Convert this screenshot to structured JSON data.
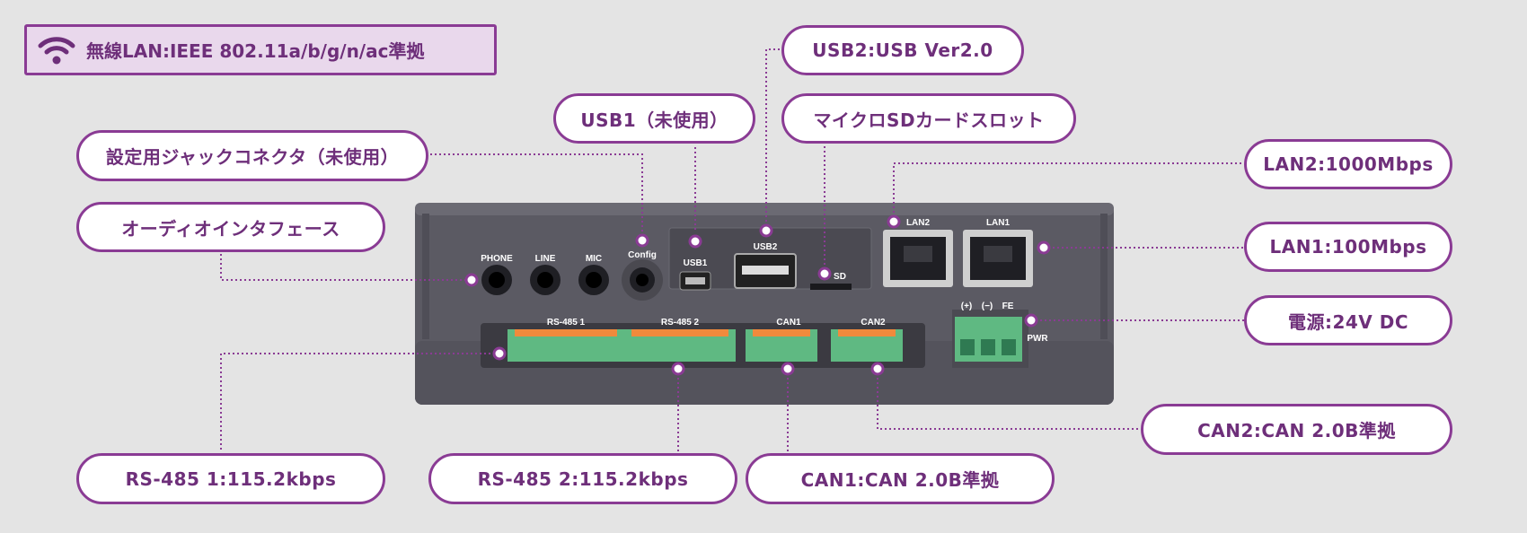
{
  "wifi": {
    "label": "無線LAN:IEEE 802.11a/b/g/n/ac準拠",
    "icon": "wifi-icon"
  },
  "callouts": {
    "usb2": "USB2:USB Ver2.0",
    "usb1": "USB1（未使用）",
    "microsd": "マイクロSDカードスロット",
    "config": "設定用ジャックコネクタ（未使用）",
    "lan2": "LAN2:1000Mbps",
    "audio": "オーディオインタフェース",
    "lan1": "LAN1:100Mbps",
    "power": "電源:24V DC",
    "can2": "CAN2:CAN 2.0B準拠",
    "rs485_1": "RS-485 1:115.2kbps",
    "rs485_2": "RS-485 2:115.2kbps",
    "can1": "CAN1:CAN 2.0B準拠"
  },
  "device": {
    "phone": "PHONE",
    "line": "LINE",
    "mic": "MIC",
    "config": "Config",
    "usb1": "USB1",
    "usb2": "USB2",
    "sd": "SD",
    "lan2": "LAN2",
    "lan1": "LAN1",
    "plus": "(+)",
    "minus": "(−)",
    "fe": "FE",
    "pwr": "PWR",
    "rs485_1": "RS-485  1",
    "rs485_2": "RS-485  2",
    "can1": "CAN1",
    "can2": "CAN2"
  },
  "colors": {
    "accent": "#8a3b94",
    "text": "#6e2f7a",
    "body": "#5b5a63",
    "terminal": "#5fb982"
  }
}
